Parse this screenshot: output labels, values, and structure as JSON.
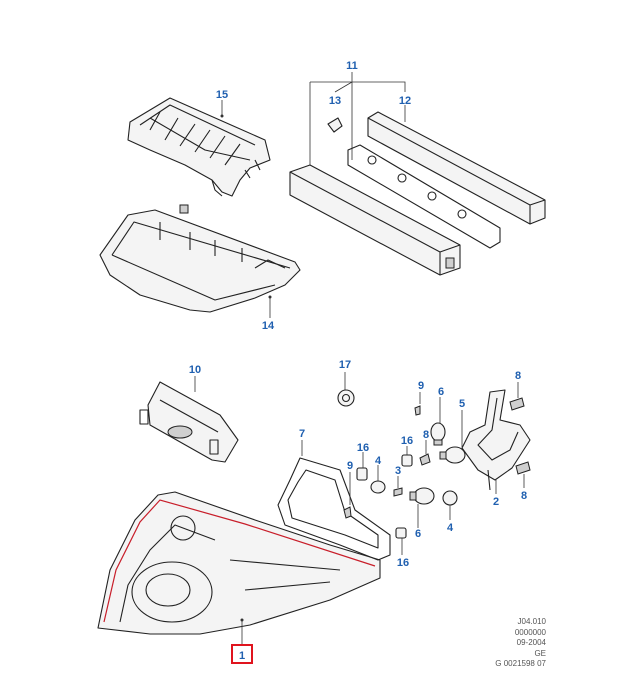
{
  "diagram": {
    "callouts": {
      "c1": "1",
      "c2": "2",
      "c3": "3",
      "c4a": "4",
      "c4b": "4",
      "c5": "5",
      "c6a": "6",
      "c6b": "6",
      "c7": "7",
      "c8a": "8",
      "c8b": "8",
      "c8c": "8",
      "c9a": "9",
      "c9b": "9",
      "c10": "10",
      "c11": "11",
      "c12": "12",
      "c13": "13",
      "c14": "14",
      "c15": "15",
      "c16a": "16",
      "c16b": "16",
      "c16c": "16",
      "c17": "17"
    },
    "highlighted_callout": "1",
    "highlight_color": "#e0141e",
    "callout_color": "#2060b0",
    "metadata": {
      "line1": "J04.010",
      "line2": "0000000",
      "line3": "09-2004",
      "line4": "GE",
      "line5": "G 0021598 07"
    }
  }
}
